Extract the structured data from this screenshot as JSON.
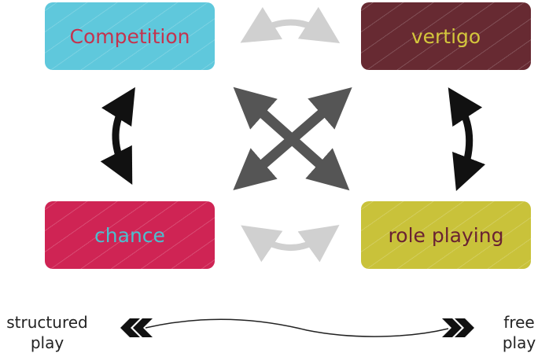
{
  "boxes": {
    "competition": {
      "label": "Competition",
      "fill": "#5fc8dc",
      "text_color": "#c4334e"
    },
    "vertigo": {
      "label": "vertigo",
      "fill": "#672a32",
      "text_color": "#d4c63c"
    },
    "chance": {
      "label": "chance",
      "fill": "#cf2454",
      "text_color": "#4bbfcf"
    },
    "role_playing": {
      "label": "role playing",
      "fill": "#c9c23a",
      "text_color": "#6a2232"
    }
  },
  "arrows": {
    "top_horizontal": {
      "from": "Competition",
      "to": "vertigo",
      "color": "#d0d0d0"
    },
    "bottom_horizontal": {
      "from": "chance",
      "to": "role playing",
      "color": "#d0d0d0"
    },
    "left_vertical": {
      "from": "Competition",
      "to": "chance",
      "color": "#111111"
    },
    "right_vertical": {
      "from": "vertigo",
      "to": "role playing",
      "color": "#111111"
    },
    "center_cross": {
      "color": "#555555"
    }
  },
  "scale": {
    "left_label": "structured play",
    "right_label": "free play"
  }
}
